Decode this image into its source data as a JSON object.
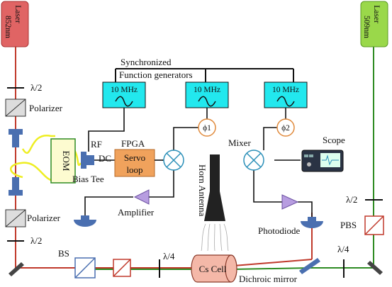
{
  "lasers": {
    "left": {
      "line1": "Laser",
      "line2": "852nm",
      "color": "#e06464",
      "beam_color": "#c0392b"
    },
    "right": {
      "line1": "Laser",
      "line2": "509nm",
      "color": "#9ad84a",
      "beam_color": "#2e8b22"
    }
  },
  "header": {
    "line1": "Synchronized",
    "line2": "Function generators"
  },
  "generators": [
    "10 MHz",
    "10 MHz",
    "10 MHz"
  ],
  "phase": [
    "ϕ1",
    "ϕ2"
  ],
  "labels": {
    "half_wave_1": "λ/2",
    "polarizer_1": "Polarizer",
    "eom": "EOM",
    "rf": "RF",
    "dc": "DC",
    "bias_tee": "Bias Tee",
    "fpga": "FPGA",
    "servo_1": "Servo",
    "servo_2": "loop",
    "amplifier": "Amplifier",
    "polarizer_2": "Polarizer",
    "half_wave_2": "λ/2",
    "bs": "BS",
    "quarter_wave_1": "λ/4",
    "cs_cell": "Cs Cell",
    "dichroic": "Dichroic mirror",
    "quarter_wave_2": "λ/4",
    "horn": "Horn Antenna",
    "mixer": "Mixer",
    "scope": "Scope",
    "photodiode": "Photodiode",
    "half_wave_3": "λ/2",
    "pbs": "PBS"
  },
  "colors": {
    "generator_fill": "#22e8ee",
    "eom_fill": "#fdfbd0",
    "servo_fill": "#f0a25c",
    "amp_fill": "#b79de0",
    "cell_fill": "#f4b8a8",
    "mount_fill": "#4a6fb0",
    "yellow_fiber": "#eeee22"
  }
}
